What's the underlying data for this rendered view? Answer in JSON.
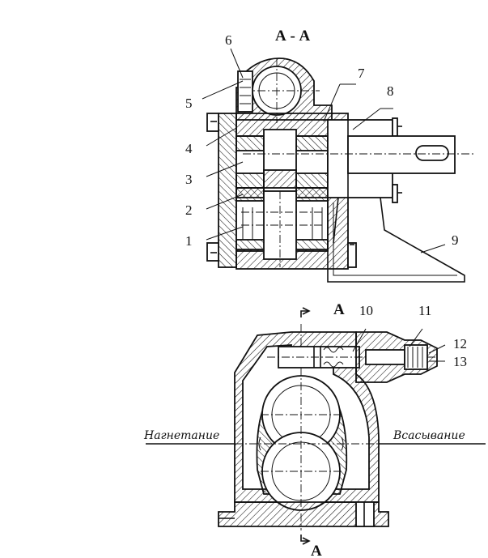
{
  "section_title": "А - А",
  "section_mark_top": "А",
  "section_mark_bottom": "А",
  "flow_out": "Нагнетание",
  "flow_in": "Всасывание",
  "callouts": [
    "1",
    "2",
    "3",
    "4",
    "5",
    "6",
    "7",
    "8",
    "9",
    "10",
    "11",
    "12",
    "13"
  ]
}
